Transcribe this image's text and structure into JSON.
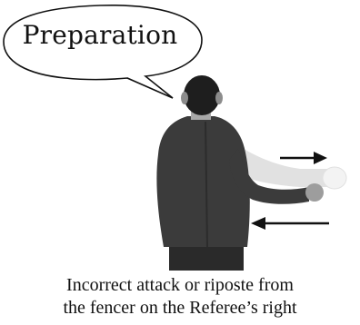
{
  "bubble": {
    "text": "Preparation"
  },
  "caption": {
    "line1": "Incorrect attack or riposte from",
    "line2": "the fencer on the Referee’s right"
  },
  "colors": {
    "ink": "#111111",
    "jacket": "#3a3a3a",
    "hair": "#1e1e1e",
    "skin": "#c9c9c9"
  }
}
